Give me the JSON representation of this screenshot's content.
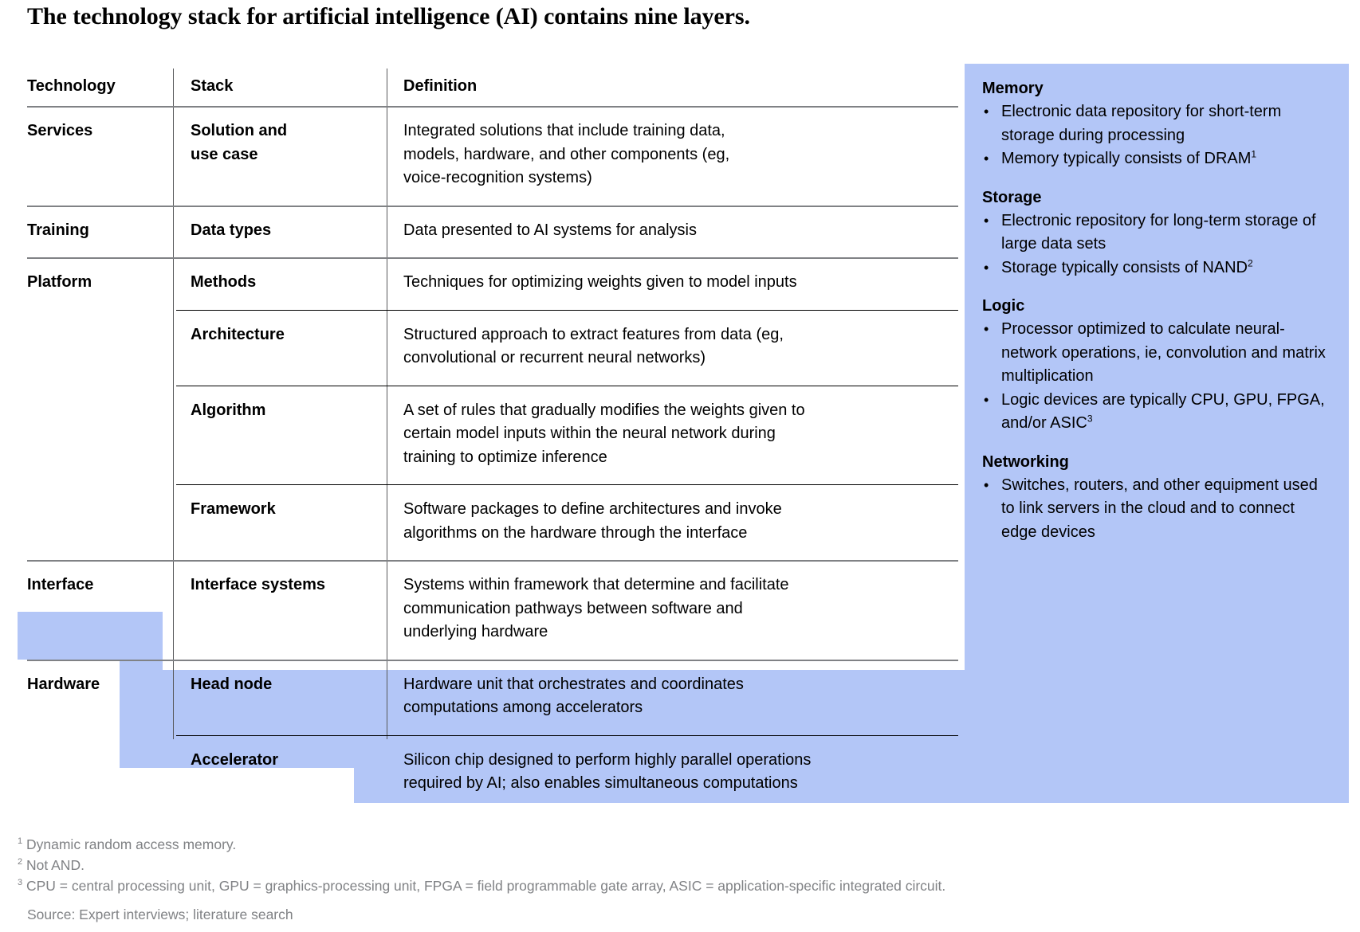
{
  "title": "The technology stack for artificial intelligence (AI) contains nine layers.",
  "table": {
    "headers": {
      "technology": "Technology",
      "stack": "Stack",
      "definition": "Definition"
    },
    "rows": [
      {
        "technology": "Services",
        "stack": "Solution and\nuse case",
        "definition": "Integrated solutions that include training data,\nmodels, hardware, and other components (eg,\nvoice-recognition systems)"
      },
      {
        "technology": "Training",
        "stack": "Data types",
        "definition": "Data presented to AI systems for analysis"
      },
      {
        "technology": "Platform",
        "stack": "Methods",
        "definition": "Techniques for optimizing weights given to model inputs"
      },
      {
        "technology": "",
        "stack": "Architecture",
        "definition": "Structured approach to extract features from data (eg,\nconvolutional or recurrent neural networks)"
      },
      {
        "technology": "",
        "stack": "Algorithm",
        "definition": "A set of rules that gradually modifies the weights given to\ncertain model inputs within the neural network during\ntraining to optimize inference"
      },
      {
        "technology": "",
        "stack": "Framework",
        "definition": "Software packages to define architectures and invoke\nalgorithms on the hardware through the interface"
      },
      {
        "technology": "Interface",
        "stack": "Interface systems",
        "definition": "Systems within framework that determine and facilitate\ncommunication pathways between software and\nunderlying hardware"
      },
      {
        "technology": "Hardware",
        "stack": "Head node",
        "definition": "Hardware unit that orchestrates and coordinates\ncomputations among accelerators"
      },
      {
        "technology": "",
        "stack": "Accelerator",
        "definition": "Silicon chip designed to perform highly parallel operations\nrequired by AI; also enables simultaneous computations"
      }
    ]
  },
  "panel": {
    "groups": [
      {
        "heading": "Memory",
        "items": [
          "Electronic data repository for short-term storage during processing",
          "Memory typically consists of DRAM"
        ],
        "item_sups": [
          "",
          "1"
        ]
      },
      {
        "heading": "Storage",
        "items": [
          "Electronic repository for long-term storage of large data sets",
          "Storage typically consists of NAND"
        ],
        "item_sups": [
          "",
          "2"
        ]
      },
      {
        "heading": "Logic",
        "items": [
          "Processor optimized to calculate neural-network operations, ie, convolution and matrix multiplication",
          "Logic devices are typically CPU, GPU, FPGA, and/or ASIC"
        ],
        "item_sups": [
          "",
          "3"
        ]
      },
      {
        "heading": "Networking",
        "items": [
          "Switches, routers, and other equipment used to link servers in the cloud and to connect edge devices"
        ],
        "item_sups": [
          ""
        ]
      }
    ]
  },
  "footnotes": {
    "note1_sup": "1",
    "note1": "Dynamic random access memory.",
    "note2_sup": "2",
    "note2": "Not AND.",
    "note3_sup": "3",
    "note3": "CPU = central processing unit, GPU = graphics-processing unit, FPGA = field programmable gate array, ASIC = application-specific integrated circuit.",
    "source": "Source: Expert interviews; literature search"
  },
  "colors": {
    "highlight_blue": "#b3c6f7",
    "rule_gray": "#808285",
    "footnote_gray": "#808285"
  }
}
